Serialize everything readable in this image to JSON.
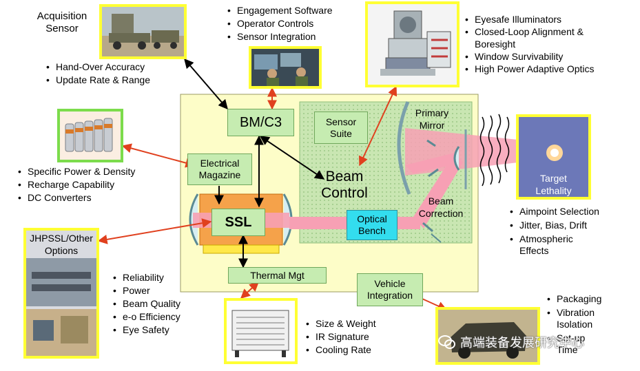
{
  "labels": {
    "acquisition_sensor": "Acquisition\nSensor",
    "bmc3": "BM/C3",
    "sensor_suite": "Sensor\nSuite",
    "primary_mirror": "Primary\nMirror",
    "electrical_magazine": "Electrical\nMagazine",
    "beam_control": "Beam\nControl",
    "ssl": "SSL",
    "optical_bench": "Optical\nBench",
    "beam_correction": "Beam\nCorrection",
    "thermal_mgt": "Thermal Mgt",
    "vehicle_integration": "Vehicle\nIntegration",
    "target_lethality": "Target\nLethality",
    "jhpssl_options": "JHPSSL/Other\nOptions"
  },
  "bullets": {
    "bmc3": [
      "Engagement Software",
      "Operator Controls",
      "Sensor Integration"
    ],
    "acquisition": [
      "Hand-Over Accuracy",
      "Update Rate & Range"
    ],
    "illuminators": [
      "Eyesafe Illuminators",
      "Closed-Loop Alignment &\nBoresight",
      "Window Survivability",
      "High Power Adaptive Optics"
    ],
    "power": [
      "Specific Power & Density",
      "Recharge Capability",
      "DC Converters"
    ],
    "target": [
      "Aimpoint Selection",
      "Jitter, Bias, Drift",
      "Atmospheric\nEffects"
    ],
    "ssl": [
      "Reliability",
      "Power",
      "Beam Quality",
      "e-o Efficiency",
      "Eye Safety"
    ],
    "thermal": [
      "Size & Weight",
      "IR Signature",
      "Cooling Rate"
    ],
    "vehicle": [
      "Packaging",
      "Vibration\nIsolation",
      "Set-up\nTime"
    ]
  },
  "watermark": "高端装备发展研究中心",
  "colors": {
    "system_panel": "#fdfdc8",
    "green_box": "#c6ecb1",
    "cyan_box": "#33ddee",
    "beam": "#f7a0b4",
    "red_arrow": "#e0401e",
    "photo_border": "#ffff33",
    "green_photo_border": "#7cdc4c"
  },
  "icons": {
    "radar": "acquisition-radar-truck",
    "operators": "control-room-operators",
    "turret": "beam-director-turret",
    "battery": "battery-cells",
    "laser_lab": "laser-lab-equipment",
    "chiller": "thermal-chiller-unit",
    "vehicle": "military-vehicle",
    "target": "target-explosion",
    "wechat": "wechat-logo"
  }
}
